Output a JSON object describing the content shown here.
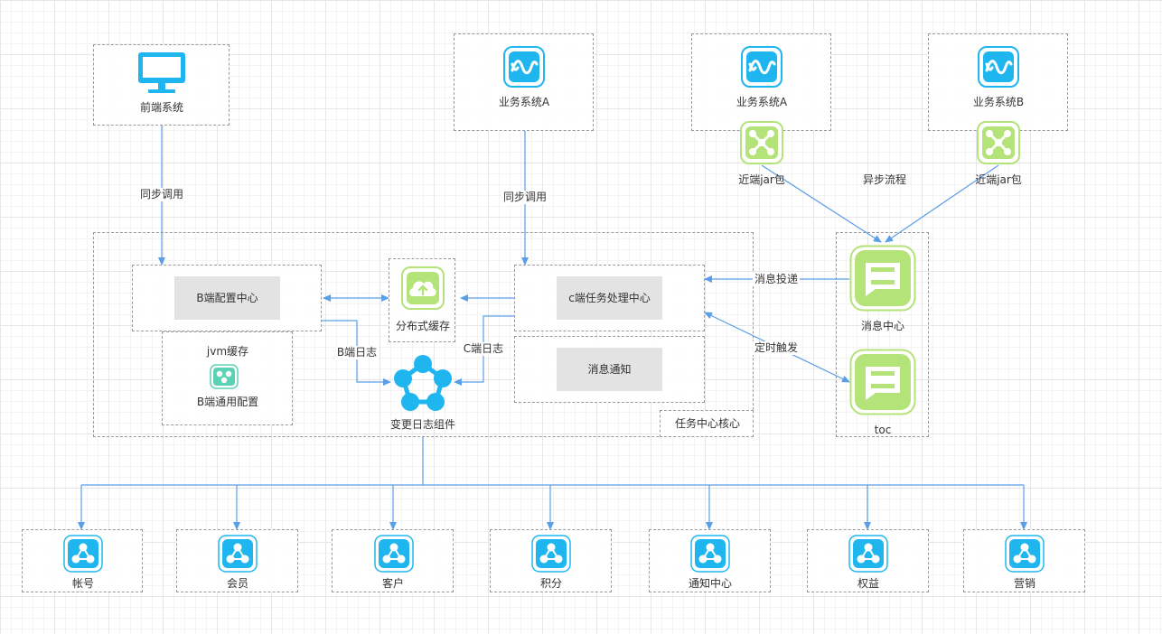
{
  "nodes": {
    "frontend": {
      "label": "前端系统"
    },
    "biz_a_top": {
      "label": "业务系统A"
    },
    "biz_a_right": {
      "label": "业务系统A"
    },
    "biz_b_right": {
      "label": "业务系统B"
    },
    "jar_a": {
      "label": "近端jar包"
    },
    "jar_b": {
      "label": "近端jar包"
    },
    "b_config_center": {
      "label": "B端配置中心"
    },
    "jvm_cache": {
      "label": "jvm缓存"
    },
    "b_common_config": {
      "label": "B端通用配置"
    },
    "distributed_cache": {
      "label": "分布式缓存"
    },
    "c_task_center": {
      "label": "c端任务处理中心"
    },
    "message_notify": {
      "label": "消息通知"
    },
    "change_log": {
      "label": "变更日志组件"
    },
    "task_core": {
      "label": "任务中心核心"
    },
    "message_center": {
      "label": "消息中心"
    },
    "toc": {
      "label": "toc"
    }
  },
  "edges": {
    "sync_call_left": "同步调用",
    "sync_call_mid": "同步调用",
    "async_flow": "异步流程",
    "b_log": "B端日志",
    "c_log": "C端日志",
    "message_delivery": "消息投递",
    "timed_trigger": "定时触发"
  },
  "downstream": [
    "帐号",
    "会员",
    "客户",
    "积分",
    "通知中心",
    "权益",
    "营销"
  ],
  "colors": {
    "arrow": "#5b9ee8",
    "blue_icon": "#1fb6f0",
    "green_icon": "#b4e37a",
    "teal_icon": "#5bd2b3",
    "box_border": "#9a9a9a",
    "grey_fill": "#e3e3e3"
  }
}
